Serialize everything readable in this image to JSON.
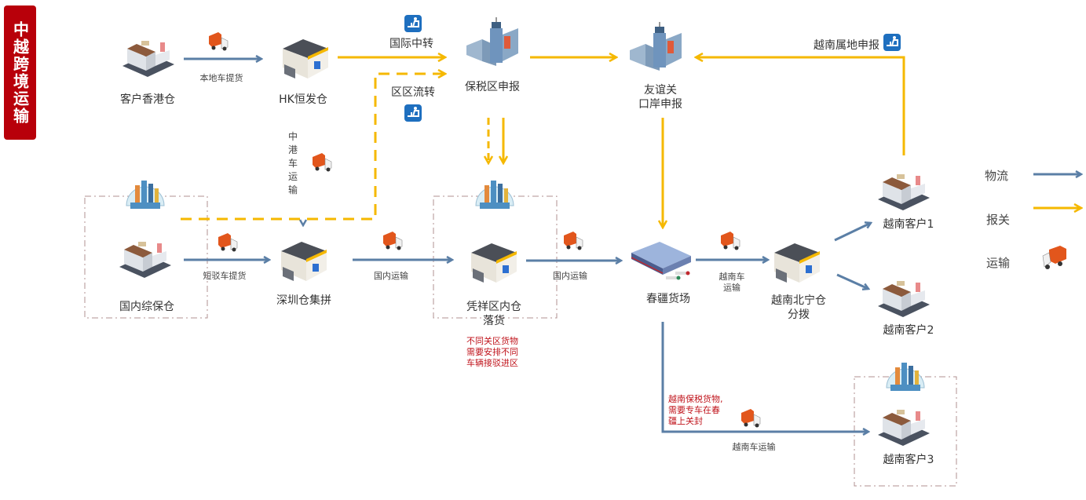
{
  "title": "中越跨境运输",
  "nodes": {
    "hk_customer": "客户香港仓",
    "hk_hengfa": "HK恒发仓",
    "bonded_declare": "保税区申报",
    "youyiguan": "友谊关\n口岸申报",
    "domestic_bonded": "国内综保仓",
    "shenzhen": "深圳仓集拼",
    "pingxiang": "凭祥区内仓\n落货",
    "chunjiang": "春疆货场",
    "bacninh": "越南北宁仓\n分拨",
    "vn_customer1": "越南客户1",
    "vn_customer2": "越南客户2",
    "vn_customer3": "越南客户3"
  },
  "edges": {
    "local_pickup": "本地车提货",
    "intl_transit": "国际中转",
    "zone_transfer": "区区流转",
    "vn_local_declare": "越南属地申报",
    "cn_hk_truck": "中港车运输",
    "short_pickup": "短驳车提货",
    "domestic1": "国内运输",
    "domestic2": "国内运输",
    "vn_truck": "越南车\n运输",
    "vn_truck2": "越南车运输"
  },
  "notes": {
    "pingxiang_note": "不同关区货物\n需要安排不同\n车辆接驳进区",
    "vn_bonded_note": "越南保税货物,\n需要专车在春\n疆上关封"
  },
  "legend": {
    "logistics": "物流",
    "customs": "报关",
    "transport": "运输"
  },
  "colors": {
    "logistics": "#5b7fa6",
    "customs": "#f5b800",
    "title_bg": "#b8000a",
    "note": "#c0141c",
    "zone_border": "#b09090"
  }
}
